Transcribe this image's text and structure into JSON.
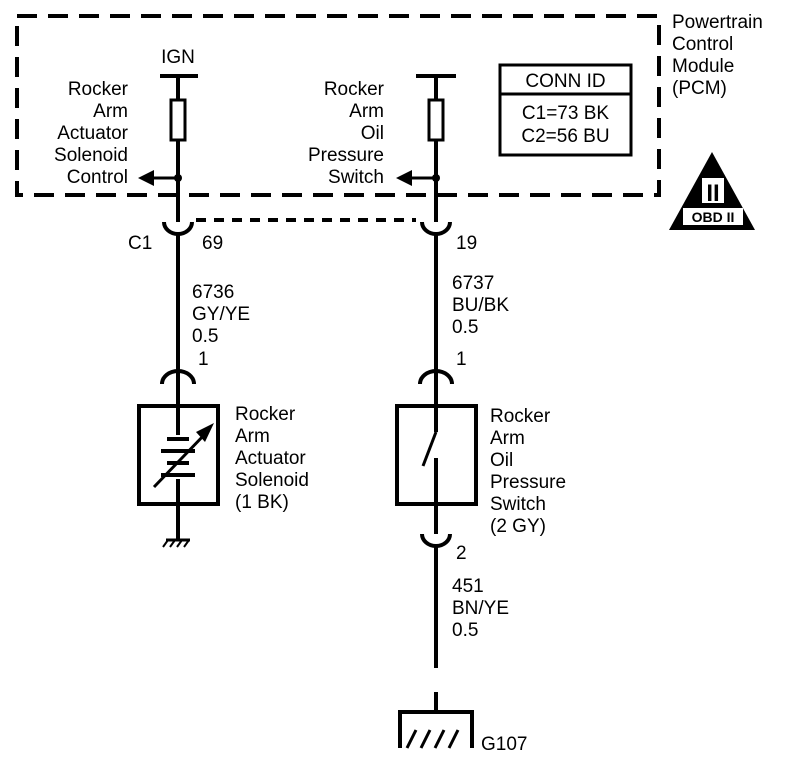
{
  "pcm": {
    "label": [
      "Powertrain",
      "Control",
      "Module",
      "(PCM)"
    ],
    "conn_id": {
      "title": "CONN ID",
      "rows": [
        "C1=73 BK",
        "C2=56 BU"
      ]
    }
  },
  "obd_badge": {
    "symbol": "II",
    "text": "OBD II"
  },
  "ign_label": "IGN",
  "left_internal_label": [
    "Rocker",
    "Arm",
    "Actuator",
    "Solenoid",
    "Control"
  ],
  "right_internal_label": [
    "Rocker",
    "Arm",
    "Oil",
    "Pressure",
    "Switch"
  ],
  "connector_c1": {
    "name": "C1",
    "left_pin": "69",
    "right_pin": "19"
  },
  "left_wire": {
    "circuit": "6736",
    "color": "GY/YE",
    "gauge": "0.5"
  },
  "right_wire": {
    "circuit": "6737",
    "color": "BU/BK",
    "gauge": "0.5"
  },
  "solenoid": {
    "pin": "1",
    "label": [
      "Rocker",
      "Arm",
      "Actuator",
      "Solenoid",
      "(1 BK)"
    ]
  },
  "switch": {
    "pin_top": "1",
    "pin_bottom": "2",
    "label": [
      "Rocker",
      "Arm",
      "Oil",
      "Pressure",
      "Switch",
      "(2 GY)"
    ]
  },
  "ground_wire": {
    "circuit": "451",
    "color": "BN/YE",
    "gauge": "0.5"
  },
  "ground": {
    "name": "G107"
  }
}
